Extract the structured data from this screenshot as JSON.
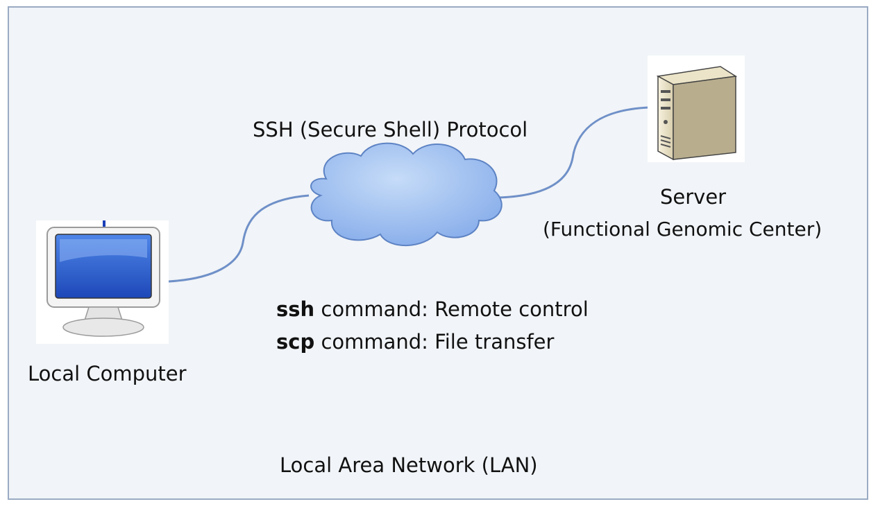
{
  "diagram": {
    "protocol_label": "SSH (Secure Shell) Protocol",
    "server": {
      "name": "Server",
      "subtitle": "(Functional Genomic Center)"
    },
    "local_computer_label": "Local Computer",
    "commands": [
      {
        "name": "ssh",
        "description": "command: Remote control"
      },
      {
        "name": "scp",
        "description": "command: File transfer"
      }
    ],
    "network_label": "Local Area Network (LAN)"
  },
  "colors": {
    "frame_border": "#9aaac3",
    "frame_fill": "#f1f4f8",
    "cable": "#6f90c8",
    "cloud_fill": "#9dc0ee",
    "cloud_stroke": "#5d83c4"
  }
}
